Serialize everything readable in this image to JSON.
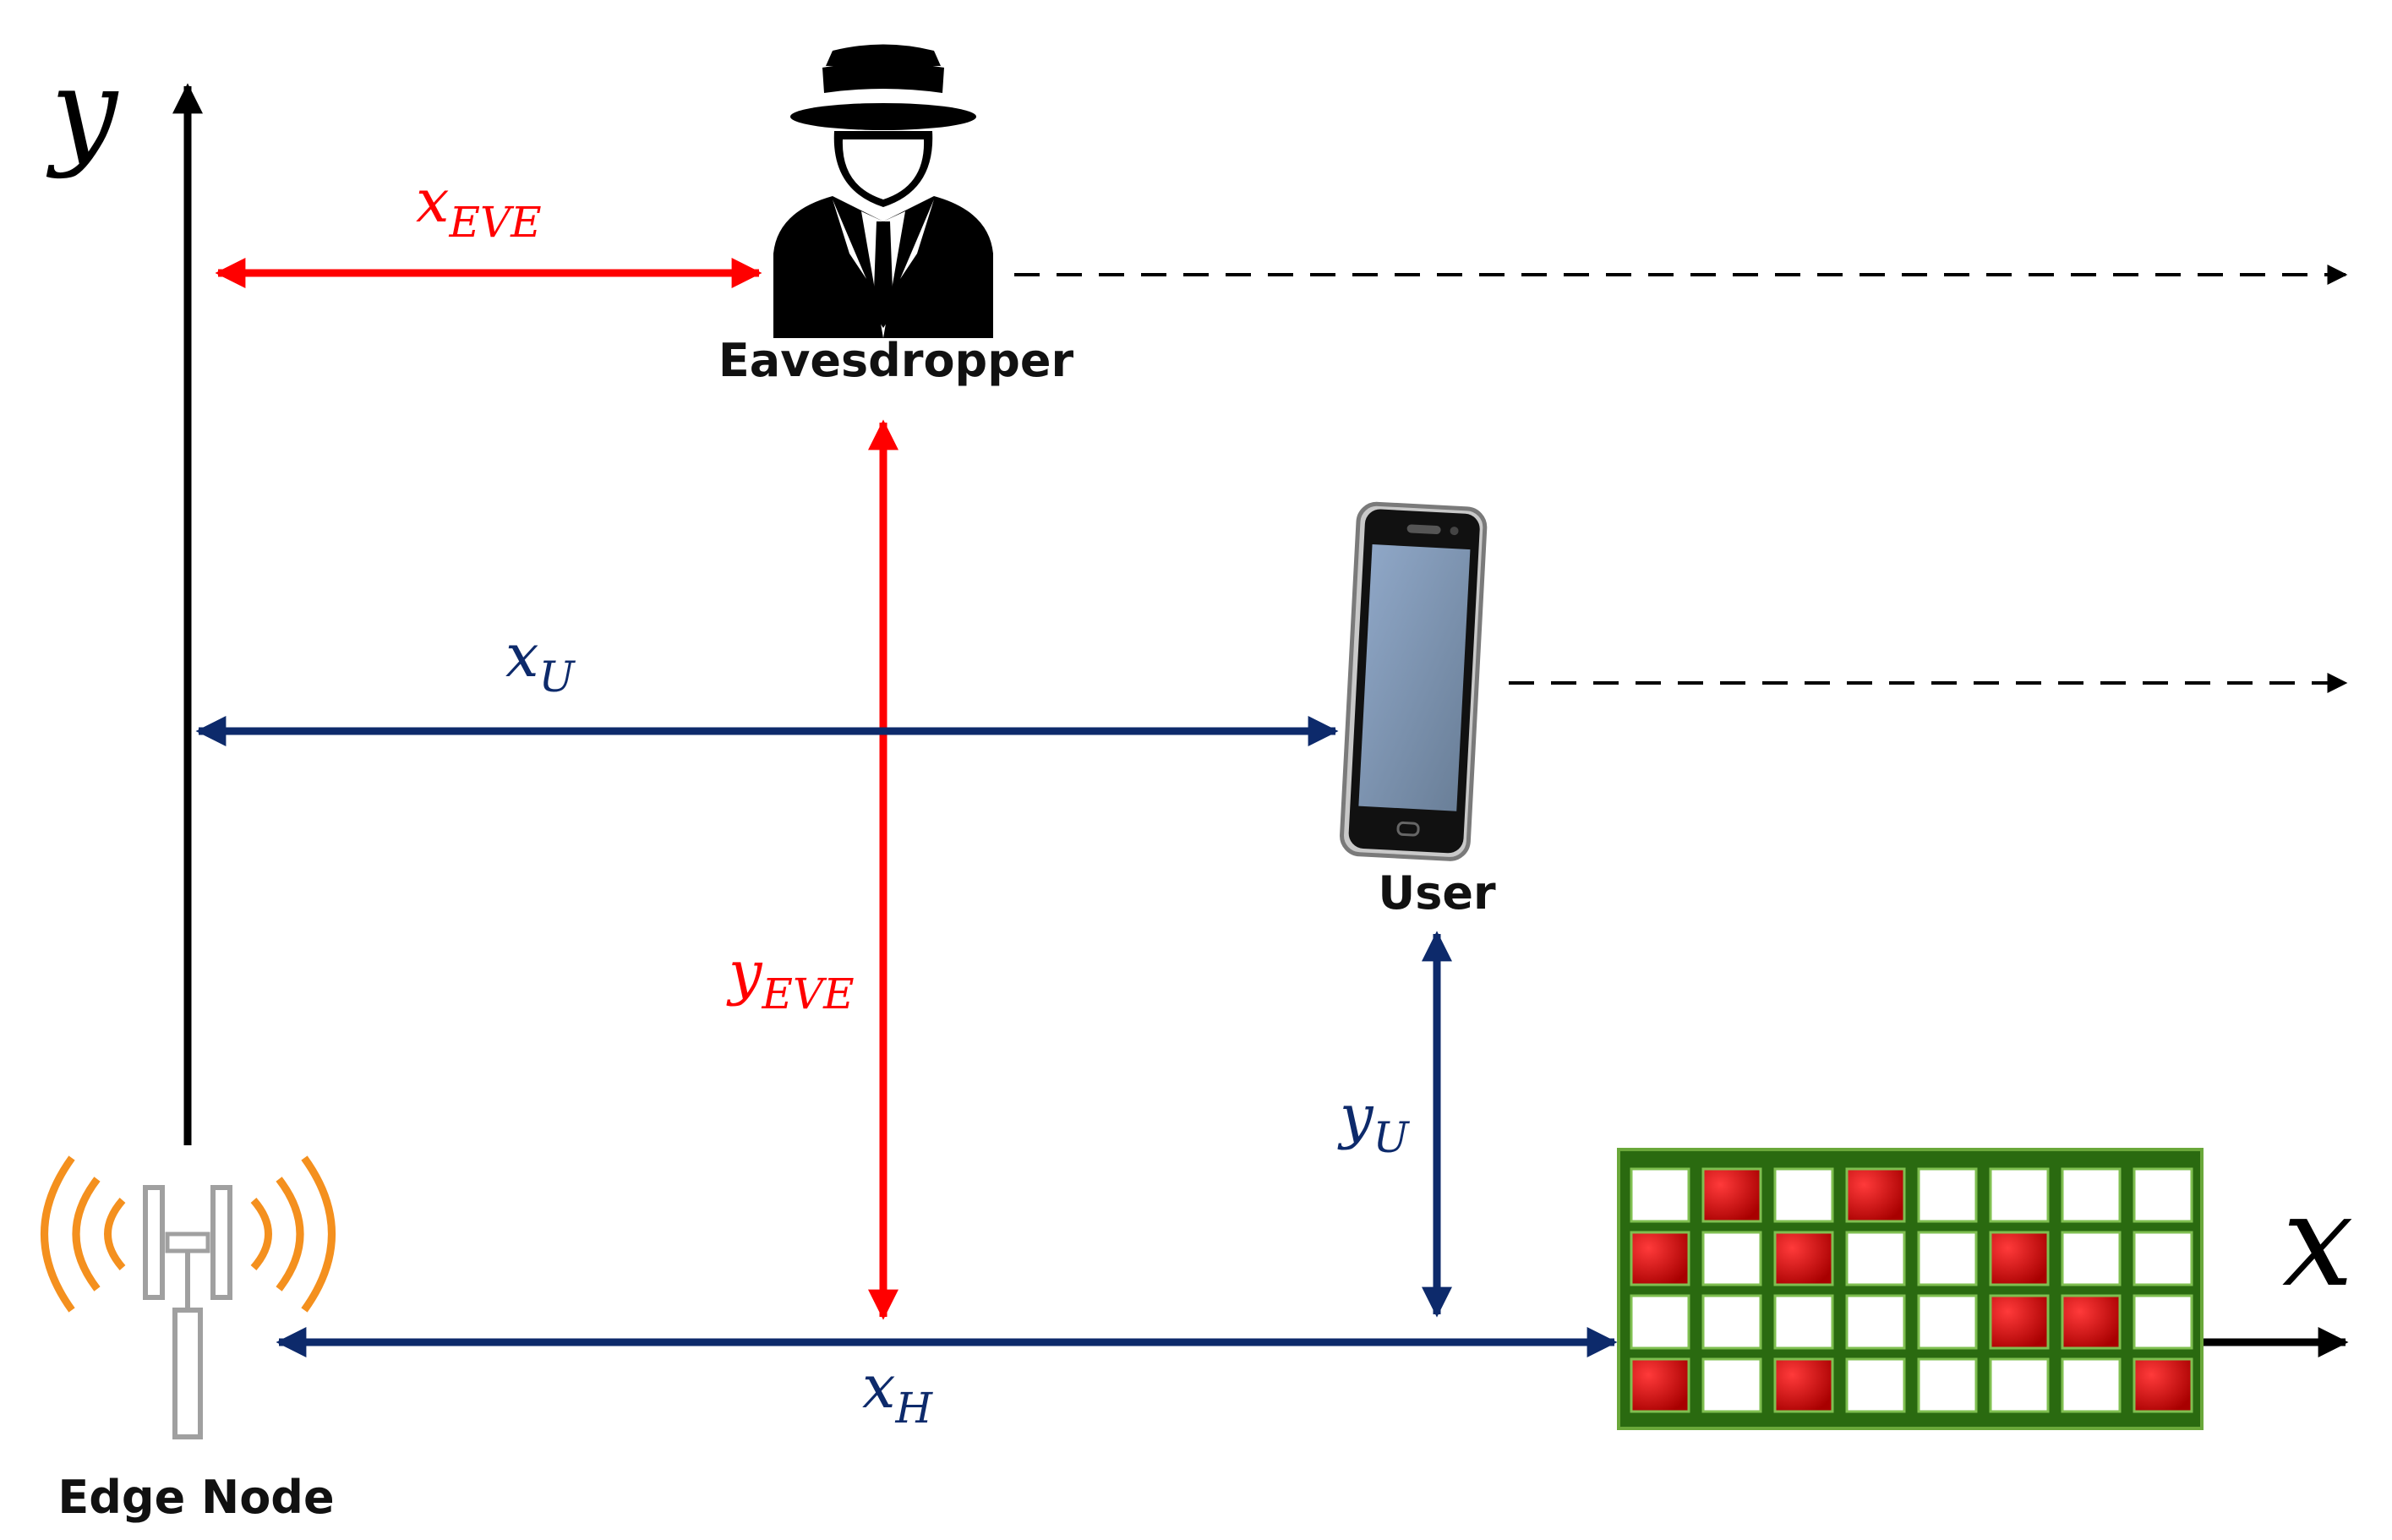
{
  "axes": {
    "x_label": "x",
    "y_label": "y"
  },
  "labels": {
    "eavesdropper": "Eavesdropper",
    "user": "User",
    "edge_node": "Edge Node"
  },
  "distances": {
    "x_eve": {
      "base": "x",
      "sub": "EVE"
    },
    "y_eve": {
      "base": "y",
      "sub": "EVE"
    },
    "x_u": {
      "base": "x",
      "sub": "U"
    },
    "y_u": {
      "base": "y",
      "sub": "U"
    },
    "x_h": {
      "base": "x",
      "sub": "H"
    }
  },
  "colors": {
    "red": "#ff0000",
    "navy": "#0d2a6b",
    "black": "#000000",
    "orange": "#f4901e",
    "grid_bg": "#2a6a10",
    "grid_red": "#e00000"
  },
  "icons": {
    "eavesdropper": "spy-icon",
    "user": "smartphone-icon",
    "edge_node": "cell-tower-icon",
    "ris": "reflecting-surface-grid"
  },
  "ris_grid": {
    "rows": 4,
    "cols": 8,
    "red_cells": [
      [
        0,
        1
      ],
      [
        0,
        3
      ],
      [
        1,
        0
      ],
      [
        1,
        2
      ],
      [
        1,
        5
      ],
      [
        2,
        5
      ],
      [
        2,
        6
      ],
      [
        3,
        0
      ],
      [
        3,
        2
      ],
      [
        3,
        7
      ]
    ]
  }
}
